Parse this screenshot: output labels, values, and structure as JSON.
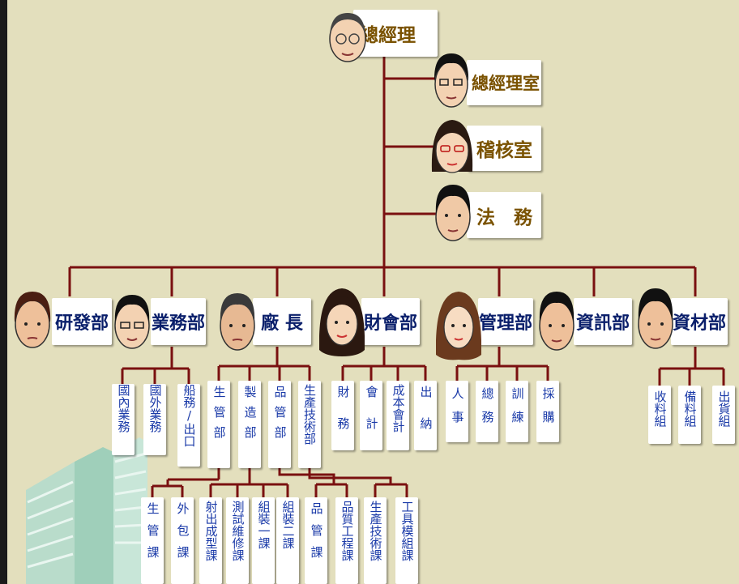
{
  "colors": {
    "background": "#e3dfbd",
    "line": "#7a1010",
    "top_text": "#7a5200",
    "dept_text": "#0a1f6b",
    "unit_text": "#1a3aa8"
  },
  "icons": {
    "person": "person-face-icon",
    "building": "office-building-icon"
  },
  "top": {
    "gm": "總經理",
    "staff": [
      "總經理室",
      "稽核室",
      "法　務"
    ]
  },
  "departments": [
    "研發部",
    "業務部",
    "廠 長",
    "財會部",
    "管理部",
    "資訊部",
    "資材部"
  ],
  "units": {
    "sales": [
      "國內業務",
      "國外業務",
      "船務/出口"
    ],
    "plant": [
      "生管部",
      "製造部",
      "品管部",
      "生產技術部"
    ],
    "finance": [
      "財務",
      "會計",
      "成本會計",
      "出納"
    ],
    "admin": [
      "人事",
      "總務",
      "訓練",
      "採購"
    ],
    "materials": [
      "收料組",
      "備料組",
      "出貨組"
    ],
    "plant_sub": [
      "生管課",
      "外包課",
      "射出成型課",
      "測試維修課",
      "組裝一課",
      "組裝二課",
      "品管課",
      "品質工程課",
      "生產技術課",
      "工具模組課"
    ]
  }
}
